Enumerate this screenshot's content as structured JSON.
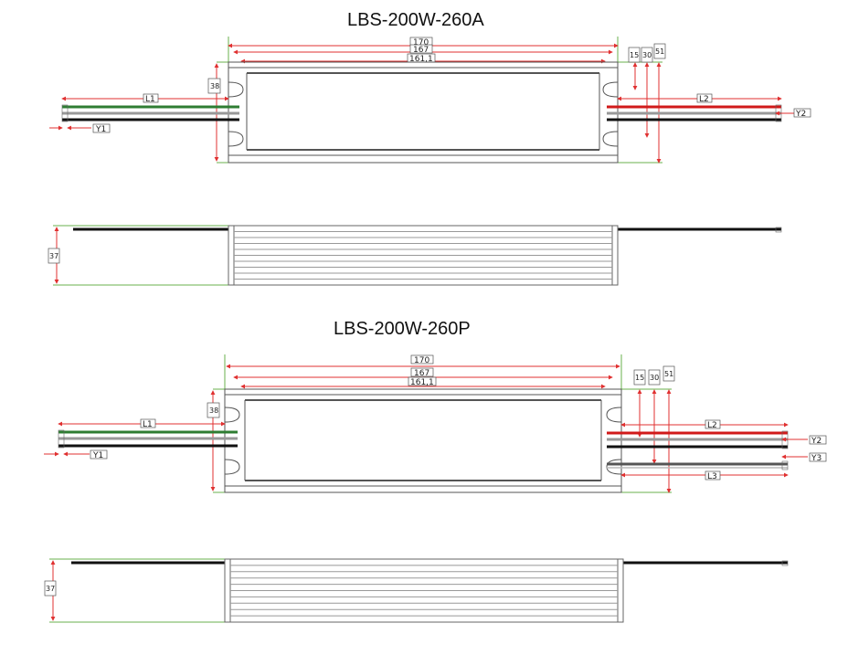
{
  "models": [
    {
      "title": "LBS-200W-260A",
      "dims": {
        "w170": "170",
        "w167": "167",
        "w161": "161,1",
        "h15": "15",
        "h30": "30",
        "h51": "51",
        "h38": "38",
        "side": "37"
      },
      "labels": {
        "l1": "L1",
        "l2": "L2",
        "y1": "Y1",
        "y2": "Y2"
      }
    },
    {
      "title": "LBS-200W-260P",
      "dims": {
        "w170": "170",
        "w167": "167",
        "w161": "161,1",
        "h15": "15",
        "h30": "30",
        "h51": "51",
        "h38": "38",
        "side": "37"
      },
      "labels": {
        "l1": "L1",
        "l2": "L2",
        "l3": "L3",
        "y1": "Y1",
        "y2": "Y2",
        "y3": "Y3"
      }
    }
  ],
  "colors": {
    "dim": "#e03030",
    "ext": "#6ab04c",
    "green_wire": "#2e7d32",
    "red_wire": "#d11a1a",
    "black_wire": "#111111",
    "body": "#555555"
  }
}
